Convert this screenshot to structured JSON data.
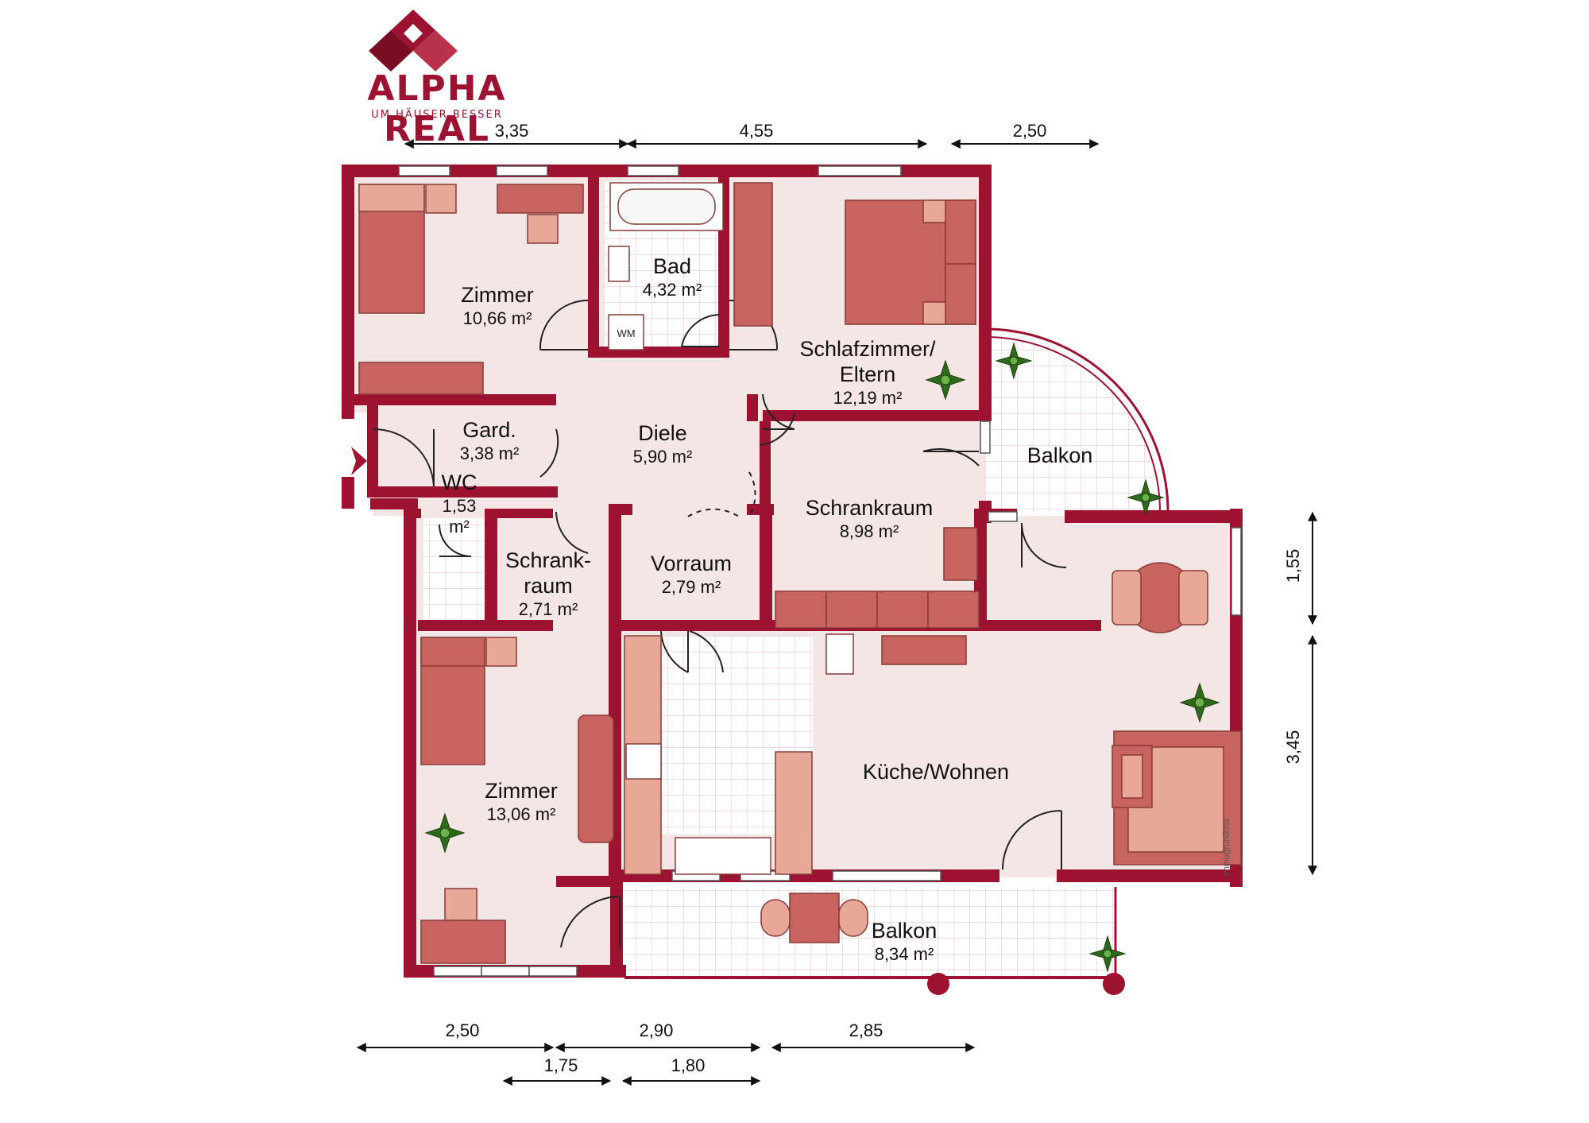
{
  "brand": {
    "name": "ALPHA REAL",
    "tagline": "UM HÄUSER BESSER",
    "color": "#9c1230"
  },
  "colors": {
    "wall": "#9c1230",
    "floor": "#f5e6e6",
    "furniture": "#c86460",
    "furniture_light": "#e8a898"
  },
  "rooms": {
    "zimmer1": {
      "name": "Zimmer",
      "area": "10,66 m²"
    },
    "bad": {
      "name": "Bad",
      "area": "4,32 m²"
    },
    "schlafzimmer": {
      "name": "Schlafzimmer/",
      "name2": "Eltern",
      "area": "12,19 m²"
    },
    "garderobe": {
      "name": "Gard.",
      "area": "3,38 m²"
    },
    "diele": {
      "name": "Diele",
      "area": "5,90 m²"
    },
    "balkon1": {
      "name": "Balkon"
    },
    "wc": {
      "name": "WC",
      "area": "1,53",
      "area2": "m²"
    },
    "schrankraum1": {
      "name": "Schrankraum",
      "area": "8,98 m²"
    },
    "schrankraum2": {
      "name": "Schrank-",
      "name2": "raum",
      "area": "2,71 m²"
    },
    "vorraum": {
      "name": "Vorraum",
      "area": "2,79 m²"
    },
    "zimmer2": {
      "name": "Zimmer",
      "area": "13,06 m²"
    },
    "kueche": {
      "name": "Küche/Wohnen"
    },
    "balkon2": {
      "name": "Balkon",
      "area": "8,34 m²"
    }
  },
  "fixtures": {
    "wm": "WM"
  },
  "dimensions": {
    "top": [
      "3,35",
      "4,55",
      "2,50"
    ],
    "right": [
      "1,55",
      "3,45"
    ],
    "bottom_row1": [
      "2,50",
      "2,90",
      "2,85"
    ],
    "bottom_row2": [
      "1,75",
      "1,80"
    ]
  },
  "watermark": "Immogrundriss"
}
